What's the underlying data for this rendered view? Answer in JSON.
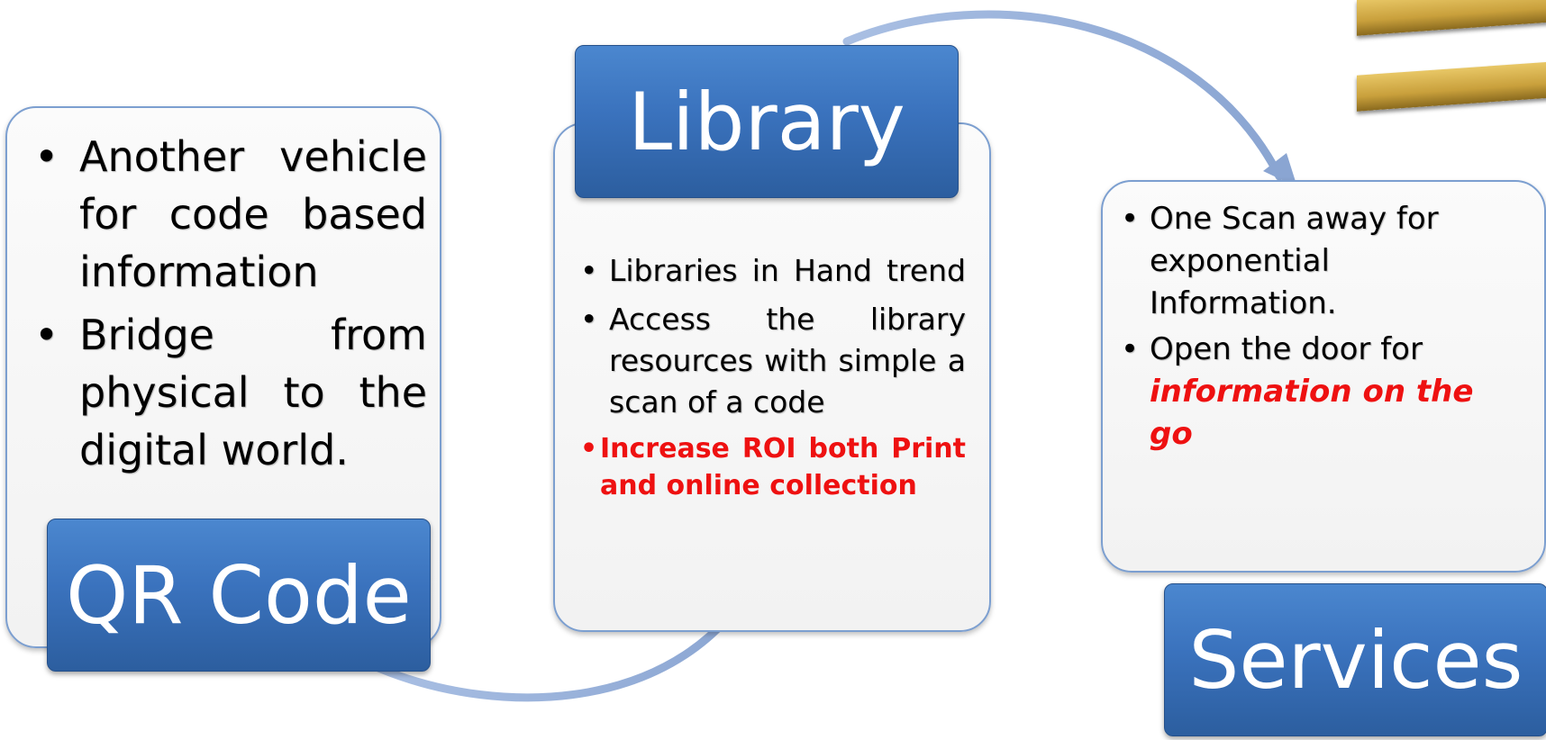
{
  "colors": {
    "label_blue": "#3a72bd",
    "card_border": "#7c9fd0",
    "highlight_red": "#ee1111",
    "arrow": "#9db4dc"
  },
  "qr_code": {
    "label": "QR Code",
    "bullets": [
      "Another vehicle for  code based information",
      "Bridge from physical to the digital world."
    ]
  },
  "library": {
    "label": "Library",
    "bullets": [
      "Libraries in Hand trend",
      "Access the library resources with simple a scan of a code",
      "Increase ROI both Print and online collection"
    ]
  },
  "services": {
    "label": "Services",
    "bullets": [
      "One Scan away for exponential Information.",
      "Open the door for"
    ],
    "highlight": "information on the go"
  }
}
